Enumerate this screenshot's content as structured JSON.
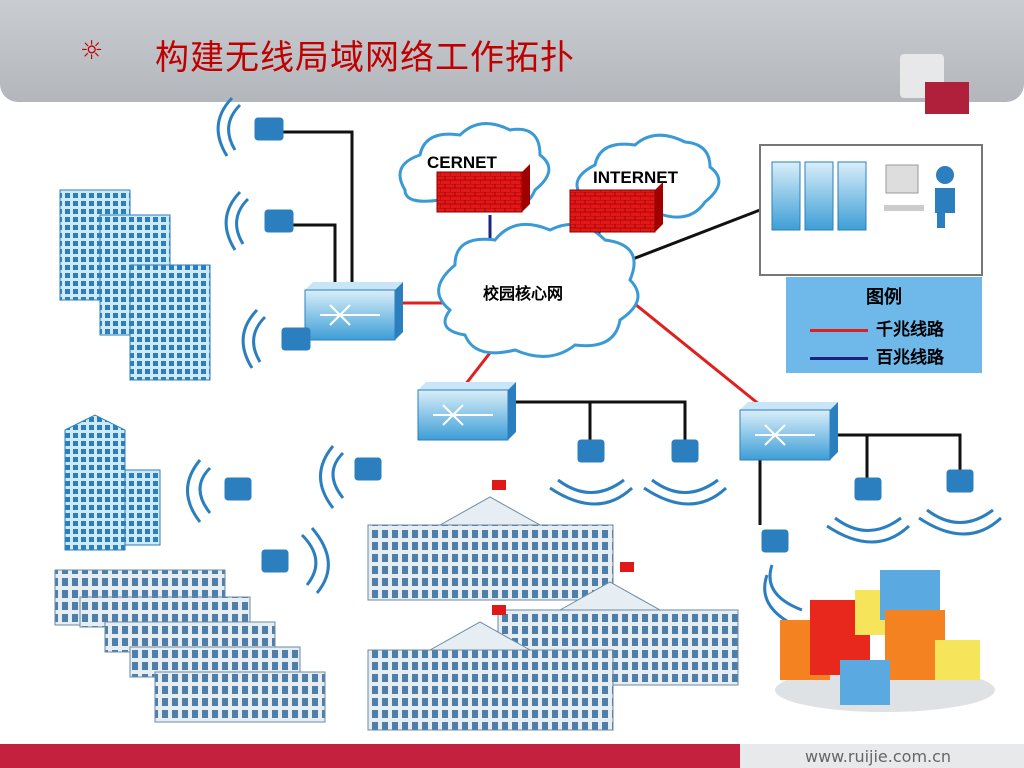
{
  "title": "构建无线局域网络工作拓扑",
  "bullet": "☼",
  "nodes": {
    "cernet": "CERNET",
    "internet": "INTERNET",
    "core": "校园核心网"
  },
  "legend": {
    "title": "图例",
    "items": [
      {
        "label": "千兆线路",
        "color": "#e02020"
      },
      {
        "label": "百兆线路",
        "color": "#1a237e"
      }
    ]
  },
  "footer": {
    "url": "www.ruijie.com.cn"
  },
  "colors": {
    "accent": "#c00000",
    "gigabit": "#e02020",
    "fast": "#1a237e"
  }
}
